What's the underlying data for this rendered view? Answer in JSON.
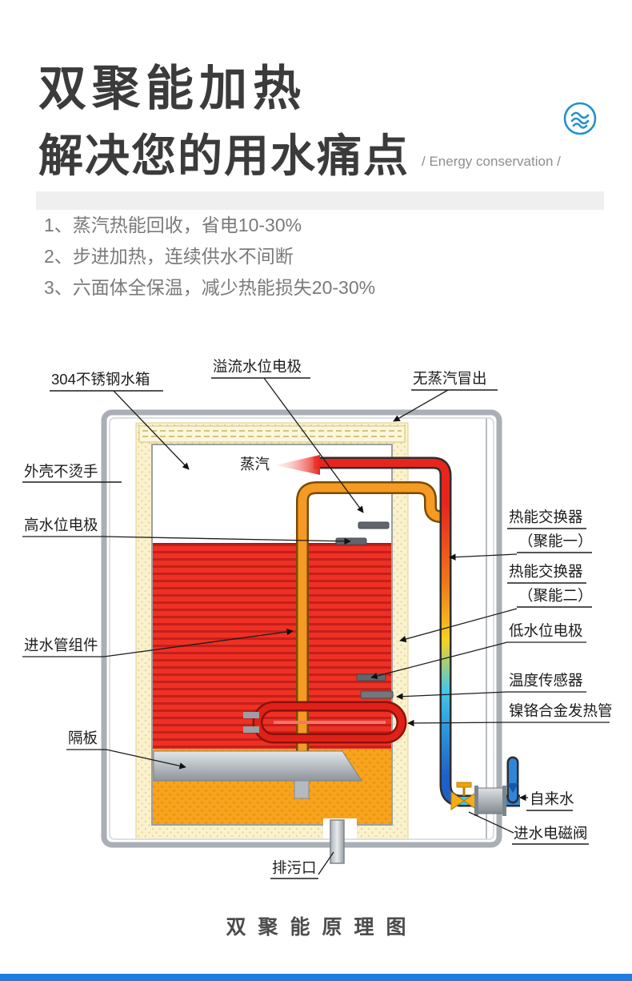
{
  "header": {
    "title_line1": "双聚能加热",
    "title_line2": "解决您的用水痛点",
    "subtitle": "/ Energy conservation /",
    "accent_color": "#2391cc"
  },
  "features": [
    "1、蒸汽热能回收，省电10-30%",
    "2、步进加热，连续供水不间断",
    "3、六面体全保温，减少热能损失20-30%"
  ],
  "diagram": {
    "caption": "双聚能原理图",
    "labels": {
      "steel_tank": "304不锈钢水箱",
      "overflow_electrode": "溢流水位电极",
      "no_steam": "无蒸汽冒出",
      "shell_cool": "外壳不烫手",
      "high_water_electrode": "高水位电极",
      "steam": "蒸汽",
      "inlet_pipe_assembly": "进水管组件",
      "partition": "隔板",
      "heat_exchanger_1_line1": "热能交换器",
      "heat_exchanger_1_line2": "（聚能一）",
      "heat_exchanger_2_line1": "热能交换器",
      "heat_exchanger_2_line2": "（聚能二）",
      "low_water_electrode": "低水位电极",
      "temp_sensor": "温度传感器",
      "heating_tube": "镍铬合金发热管",
      "tap_water": "自来水",
      "inlet_solenoid_valve": "进水电磁阀",
      "drain_outlet": "排污口"
    },
    "colors": {
      "hot_water": "#e8251d",
      "warm_chamber": "#f7a41c",
      "insulation": "#faf1cd",
      "cold_water": "#2f86d8",
      "casing": "#a9afb5"
    }
  }
}
